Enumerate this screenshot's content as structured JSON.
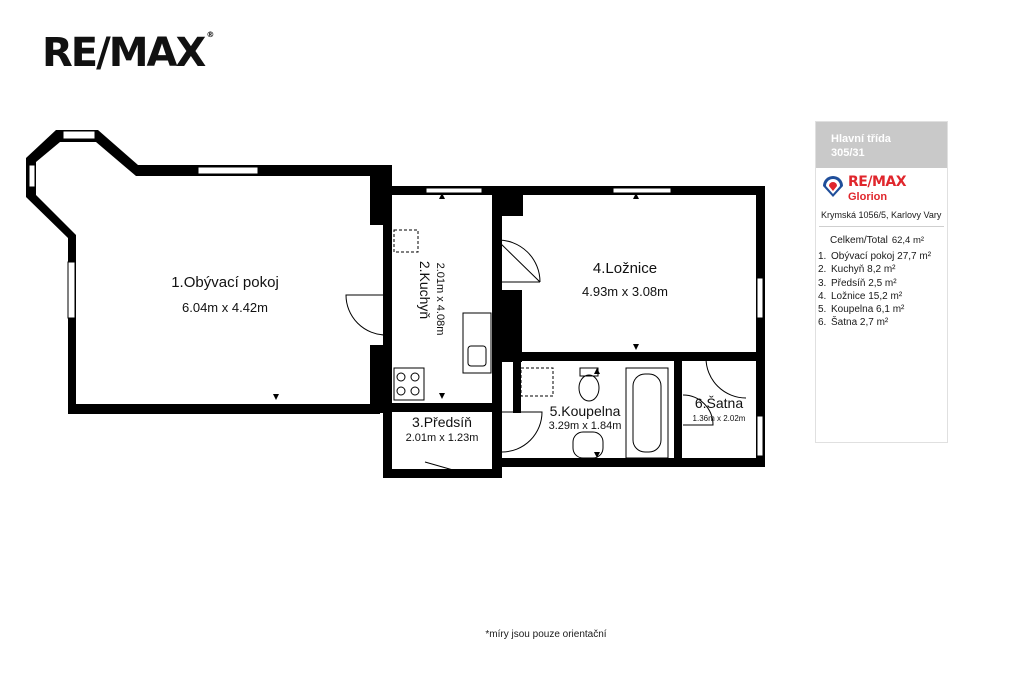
{
  "logo": {
    "text": "RE/MAX",
    "registered": "®"
  },
  "rooms": [
    {
      "id": "room-1",
      "name": "1.Obývací pokoj",
      "dims": "6.04m x 4.42m"
    },
    {
      "id": "room-2",
      "name": "2.Kuchyň",
      "dims": "2.01m x 4.08m"
    },
    {
      "id": "room-3",
      "name": "3.Předsíň",
      "dims": "2.01m x 1.23m"
    },
    {
      "id": "room-4",
      "name": "4.Ložnice",
      "dims": "4.93m x 3.08m"
    },
    {
      "id": "room-5",
      "name": "5.Koupelna",
      "dims": "3.29m x 1.84m"
    },
    {
      "id": "room-6",
      "name": "6.Šatna",
      "dims": "1.36m x 2.02m"
    }
  ],
  "panel": {
    "header_line1": "Hlavní třída",
    "header_line2": "305/31",
    "brand": "RE/MAX",
    "brand_sub": "Glorion",
    "address": "Krymská 1056/5, Karlovy Vary",
    "total_label": "Celkem/Total",
    "total_value": "62,4 m²",
    "items": [
      {
        "num": "1.",
        "text": "Obývací pokoj 27,7 m²"
      },
      {
        "num": "2.",
        "text": "Kuchyň 8,2 m²"
      },
      {
        "num": "3.",
        "text": "Předsíň 2,5 m²"
      },
      {
        "num": "4.",
        "text": "Ložnice 15,2 m²"
      },
      {
        "num": "5.",
        "text": "Koupelna 6,1 m²"
      },
      {
        "num": "6.",
        "text": "Šatna 2,7 m²"
      }
    ],
    "colors": {
      "header_bg": "#c9c9c9",
      "brand_red": "#e0262c",
      "brand_blue": "#1f4e9a"
    }
  },
  "footnote": "*míry jsou pouze orientační"
}
